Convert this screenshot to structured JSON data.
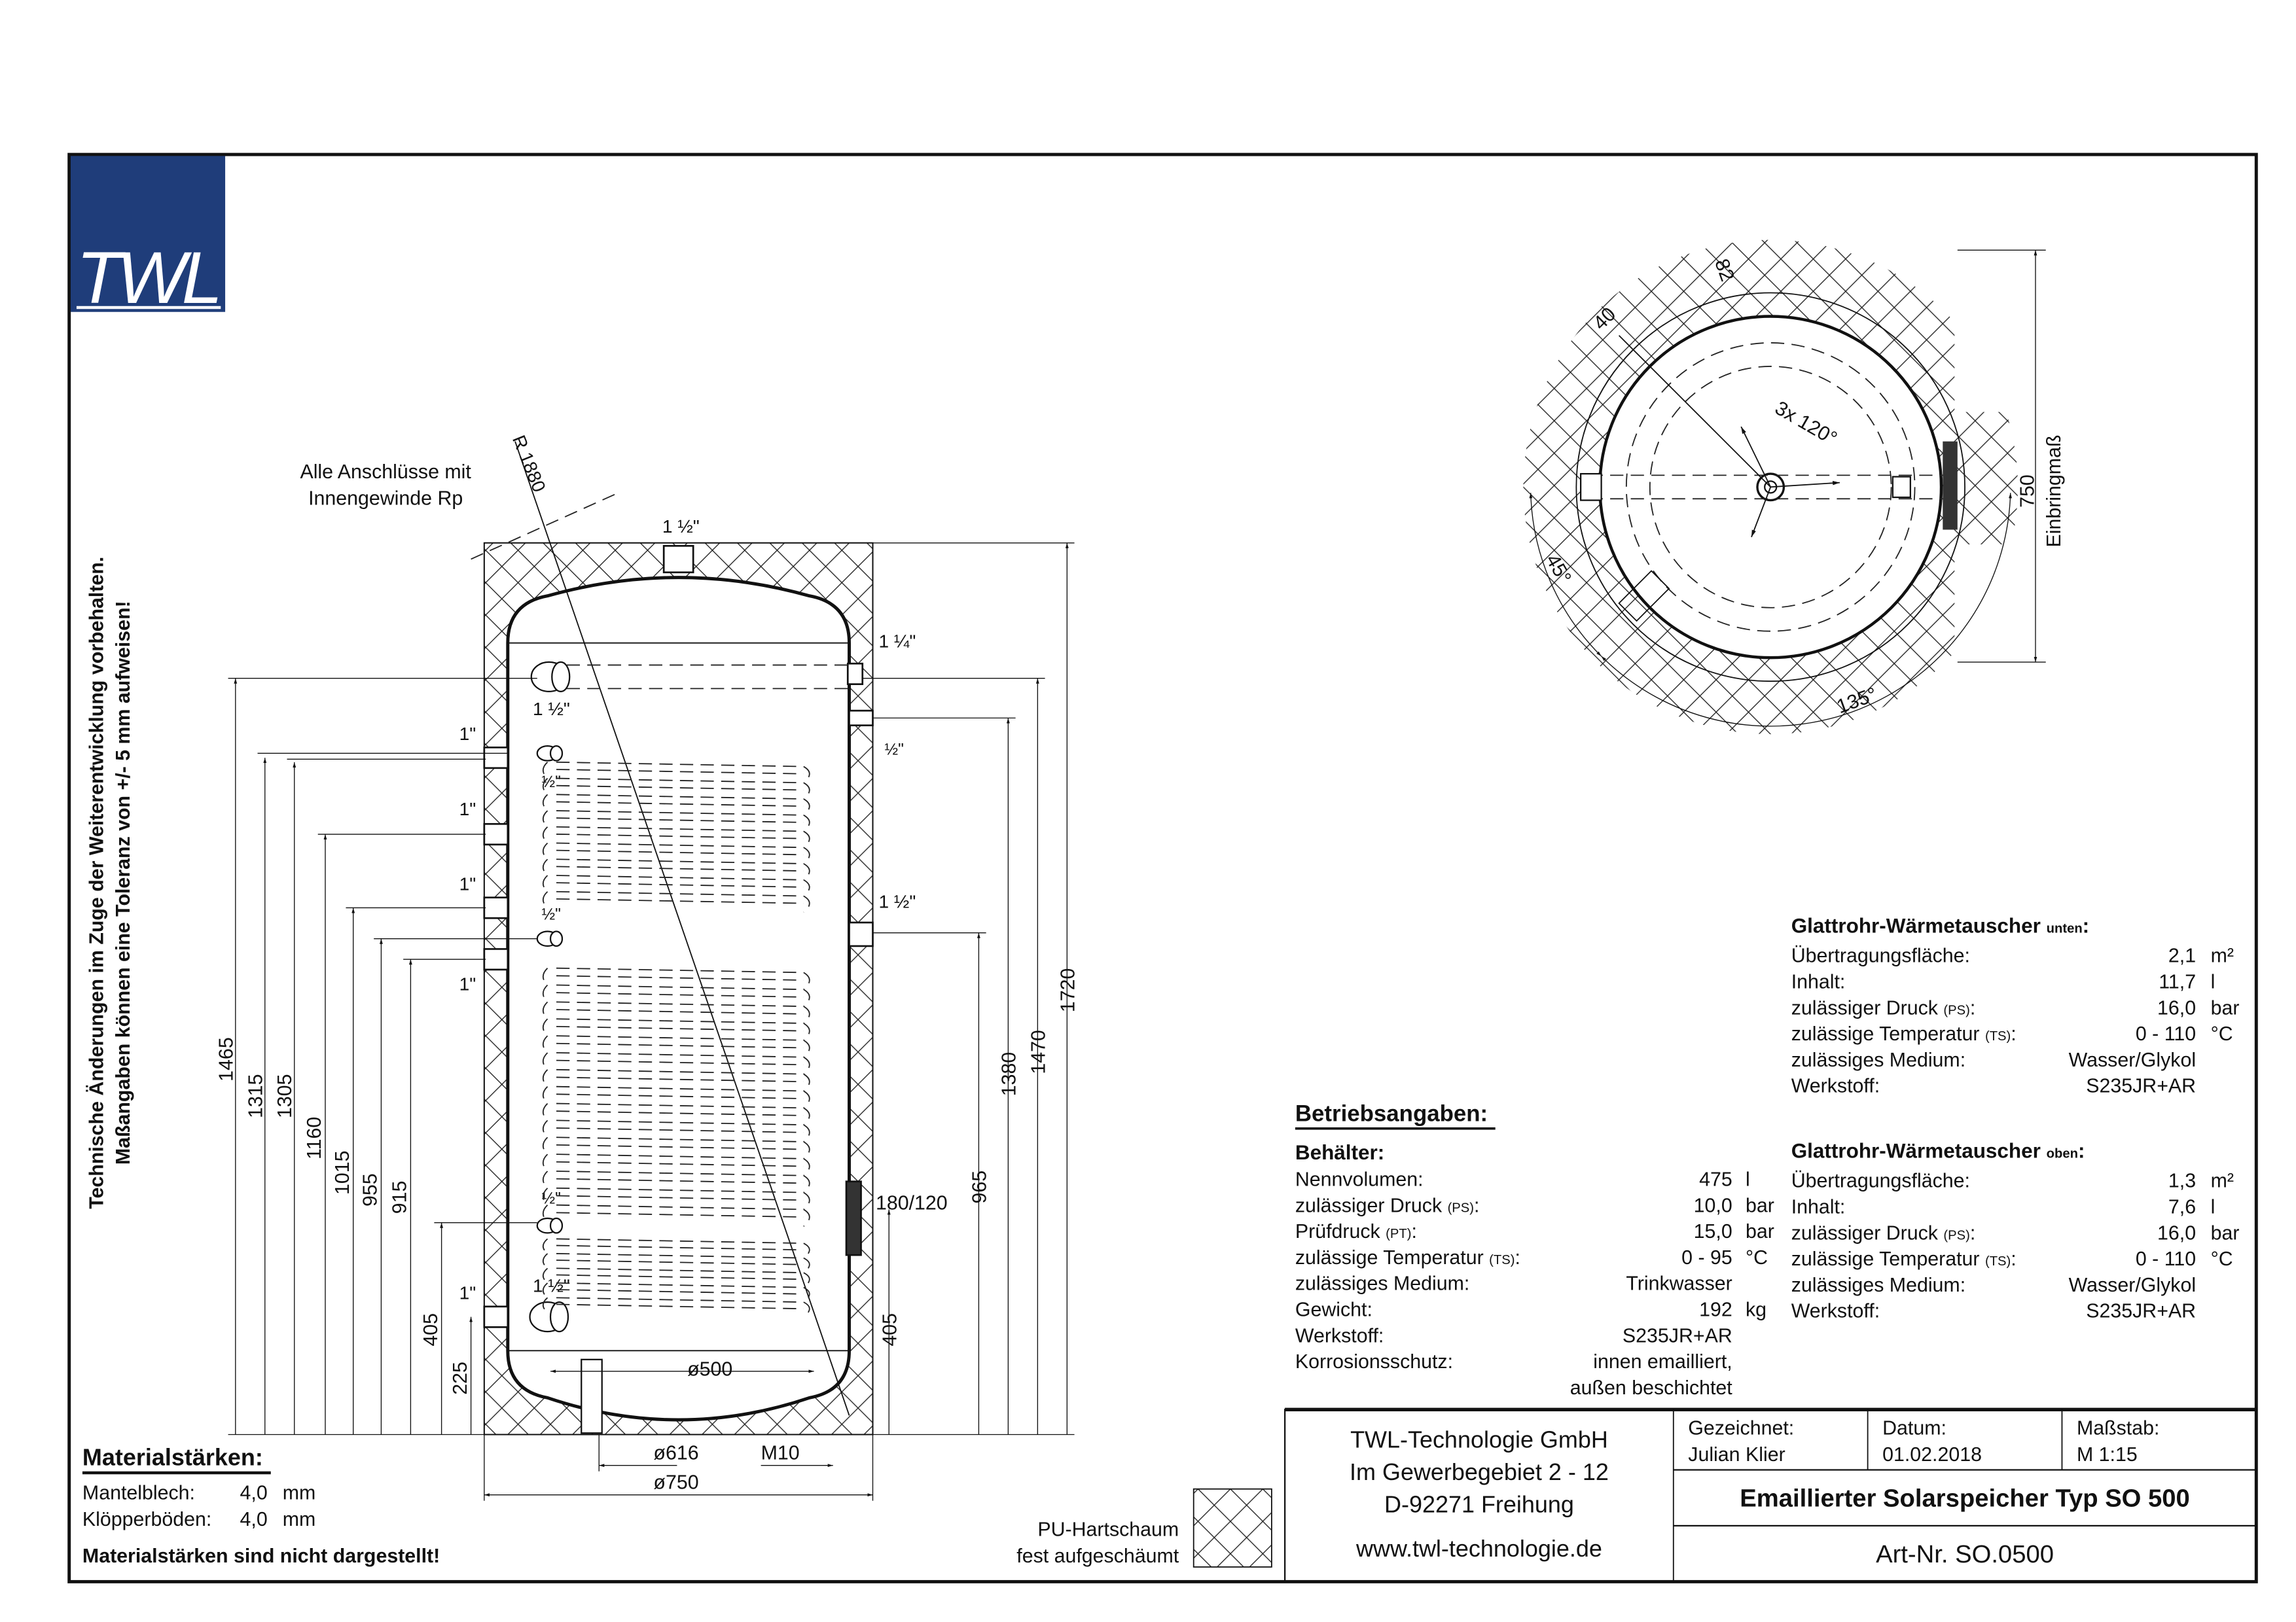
{
  "logo": {
    "text": "TWL",
    "color": "#1f3d7a"
  },
  "side_note": {
    "line1": "Technische Änderungen im Zuge der Weiterentwicklung vorbehalten.",
    "line2": "Maßangaben können eine Toleranz von +/- 5 mm aufweisen!"
  },
  "drawing": {
    "connections_note_1": "Alle Anschlüsse mit",
    "connections_note_2": "Innengewinde Rp",
    "radius_label": "R 1880",
    "port_labels": {
      "top": "1 ½\"",
      "right_top": "1 ¼\"",
      "right_half": "½\"",
      "right_mid": "1 ½\"",
      "flange": "180/120",
      "left_1": "1\"",
      "left_2": "1\"",
      "left_3": "1\"",
      "left_4": "1\"",
      "left_5": "1\"",
      "inner_top": "1 ½\"",
      "inner_half_1": "½\"",
      "inner_half_2": "½\"",
      "inner_half_3": "½\"",
      "inner_bottom": "1 ½\""
    },
    "dims_left": [
      "1465",
      "1315",
      "1305",
      "1160",
      "1015",
      "955",
      "915",
      "405",
      "225"
    ],
    "dims_right": [
      "405",
      "965",
      "1380",
      "1470",
      "1720"
    ],
    "dims_bottom": {
      "d500": "ø500",
      "d616": "ø616",
      "m10": "M10",
      "d750": "ø750"
    }
  },
  "top_view": {
    "dim_40": "40",
    "dim_82": "82",
    "angle_120": "3x 120°",
    "angle_45": "45°",
    "angle_135": "135°",
    "dim_750": "750",
    "einbring": "Einbringmaß"
  },
  "materials": {
    "title": "Materialstärken:",
    "rows": [
      {
        "label": "Mantelblech:",
        "value": "4,0",
        "unit": "mm"
      },
      {
        "label": "Klöpperböden:",
        "value": "4,0",
        "unit": "mm"
      }
    ],
    "note": "Materialstärken sind nicht dargestellt!"
  },
  "insulation_legend": {
    "line1": "PU-Hartschaum",
    "line2": "fest aufgeschäumt"
  },
  "operating_data": {
    "title": "Betriebsangaben:",
    "tank": {
      "title": "Behälter:",
      "rows": [
        {
          "label": "Nennvolumen:",
          "sub": "",
          "value": "475",
          "unit": "l"
        },
        {
          "label": "zulässiger Druck ",
          "sub": "(PS)",
          "value": "10,0",
          "unit": "bar"
        },
        {
          "label": "Prüfdruck ",
          "sub": "(PT)",
          "value": "15,0",
          "unit": "bar"
        },
        {
          "label": "zulässige Temperatur ",
          "sub": "(TS)",
          "value": "0 - 95",
          "unit": "°C"
        },
        {
          "label": "zulässiges Medium:",
          "sub": "",
          "value": "Trinkwasser",
          "unit": ""
        },
        {
          "label": "Gewicht:",
          "sub": "",
          "value": "192",
          "unit": "kg"
        },
        {
          "label": "Werkstoff:",
          "sub": "",
          "value": "S235JR+AR",
          "unit": ""
        },
        {
          "label": "Korrosionsschutz:",
          "sub": "",
          "value": "innen emailliert,",
          "unit": ""
        },
        {
          "label": "",
          "sub": "",
          "value": "außen beschichtet",
          "unit": ""
        }
      ]
    },
    "hx_lower": {
      "title": "Glattrohr-Wärmetauscher ",
      "title_sub": "unten",
      "rows": [
        {
          "label": "Übertragungsfläche:",
          "sub": "",
          "value": "2,1",
          "unit": "m²"
        },
        {
          "label": "Inhalt:",
          "sub": "",
          "value": "11,7",
          "unit": "l"
        },
        {
          "label": "zulässiger Druck ",
          "sub": "(PS)",
          "value": "16,0",
          "unit": "bar"
        },
        {
          "label": "zulässige Temperatur ",
          "sub": "(TS)",
          "value": "0 - 110",
          "unit": "°C"
        },
        {
          "label": "zulässiges Medium:",
          "sub": "",
          "value": "Wasser/Glykol",
          "unit": ""
        },
        {
          "label": "Werkstoff:",
          "sub": "",
          "value": "S235JR+AR",
          "unit": ""
        }
      ]
    },
    "hx_upper": {
      "title": "Glattrohr-Wärmetauscher ",
      "title_sub": "oben",
      "rows": [
        {
          "label": "Übertragungsfläche:",
          "sub": "",
          "value": "1,3",
          "unit": "m²"
        },
        {
          "label": "Inhalt:",
          "sub": "",
          "value": "7,6",
          "unit": "l"
        },
        {
          "label": "zulässiger Druck ",
          "sub": "(PS)",
          "value": "16,0",
          "unit": "bar"
        },
        {
          "label": "zulässige Temperatur ",
          "sub": "(TS)",
          "value": "0 - 110",
          "unit": "°C"
        },
        {
          "label": "zulässiges Medium:",
          "sub": "",
          "value": "Wasser/Glykol",
          "unit": ""
        },
        {
          "label": "Werkstoff:",
          "sub": "",
          "value": "S235JR+AR",
          "unit": ""
        }
      ]
    }
  },
  "title_block": {
    "company": "TWL-Technologie GmbH",
    "street": "Im Gewerbegebiet 2 - 12",
    "city": "D-92271 Freihung",
    "website": "www.twl-technologie.de",
    "drawn_label": "Gezeichnet:",
    "drawn_value": "Julian Klier",
    "date_label": "Datum:",
    "date_value": "01.02.2018",
    "scale_label": "Maßstab:",
    "scale_value": "M 1:15",
    "title": "Emaillierter Solarspeicher Typ SO 500",
    "article": "Art-Nr. SO.0500"
  }
}
